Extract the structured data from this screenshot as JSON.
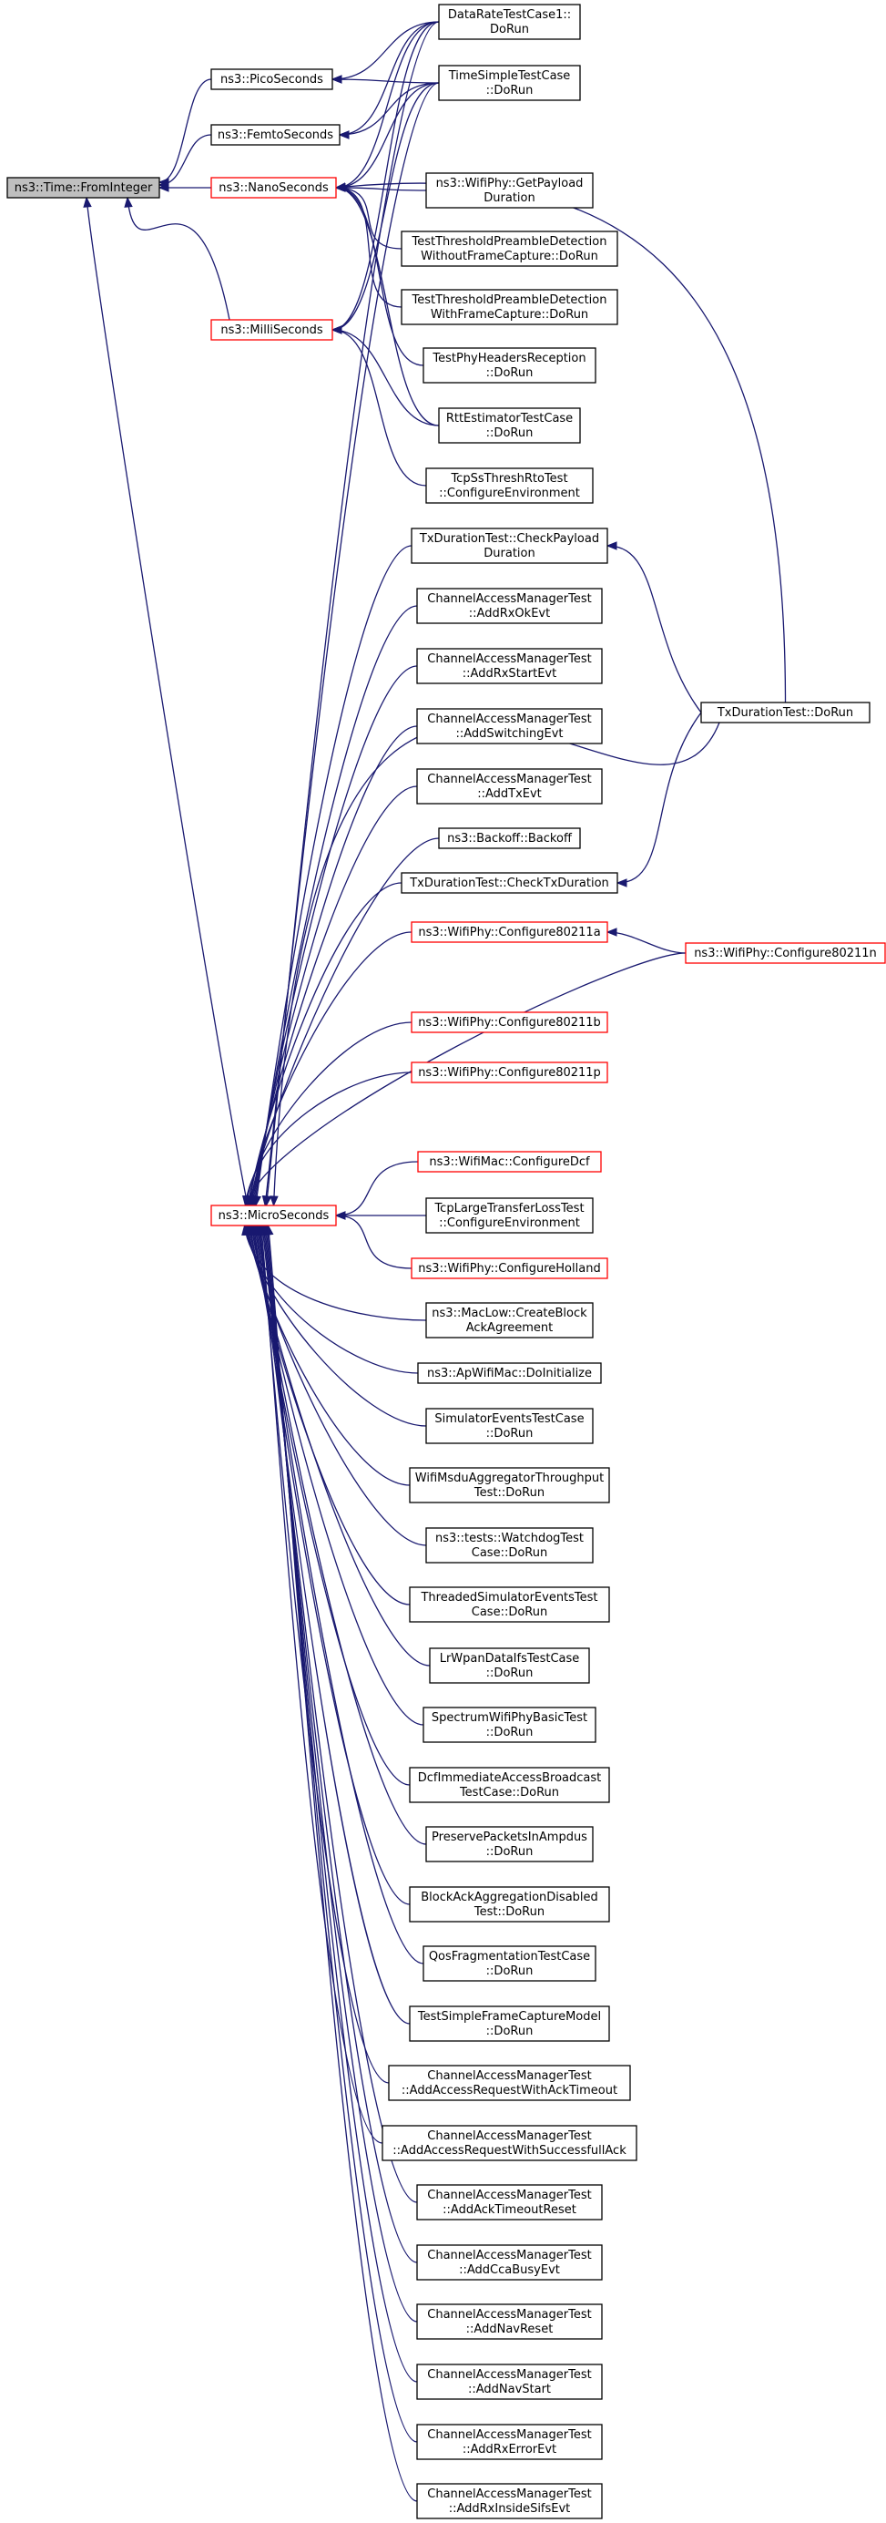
{
  "diagram": {
    "type": "call-graph",
    "colors": {
      "edge": "#191970",
      "node_border": "#000000",
      "highlight_border": "#ff0000",
      "root_fill": "#bfbfbf",
      "background": "#ffffff"
    },
    "nodes": [
      {
        "id": "root",
        "lines": [
          "ns3::Time::FromInteger"
        ],
        "style": "root"
      },
      {
        "id": "pico",
        "lines": [
          "ns3::PicoSeconds"
        ],
        "style": "normal"
      },
      {
        "id": "femto",
        "lines": [
          "ns3::FemtoSeconds"
        ],
        "style": "normal"
      },
      {
        "id": "nano",
        "lines": [
          "ns3::NanoSeconds"
        ],
        "style": "red"
      },
      {
        "id": "milli",
        "lines": [
          "ns3::MilliSeconds"
        ],
        "style": "red"
      },
      {
        "id": "micro",
        "lines": [
          "ns3::MicroSeconds"
        ],
        "style": "red"
      },
      {
        "id": "datarate",
        "lines": [
          "DataRateTestCase1::",
          "DoRun"
        ],
        "style": "normal"
      },
      {
        "id": "timesimple",
        "lines": [
          "TimeSimpleTestCase",
          "::DoRun"
        ],
        "style": "normal"
      },
      {
        "id": "getpayload",
        "lines": [
          "ns3::WifiPhy::GetPayload",
          "Duration"
        ],
        "style": "normal"
      },
      {
        "id": "ttpd_without",
        "lines": [
          "TestThresholdPreambleDetection",
          "WithoutFrameCapture::DoRun"
        ],
        "style": "normal"
      },
      {
        "id": "ttpd_with",
        "lines": [
          "TestThresholdPreambleDetection",
          "WithFrameCapture::DoRun"
        ],
        "style": "normal"
      },
      {
        "id": "phyheaders",
        "lines": [
          "TestPhyHeadersReception",
          "::DoRun"
        ],
        "style": "normal"
      },
      {
        "id": "rtt",
        "lines": [
          "RttEstimatorTestCase",
          "::DoRun"
        ],
        "style": "normal"
      },
      {
        "id": "tcpss",
        "lines": [
          "TcpSsThreshRtoTest",
          "::ConfigureEnvironment"
        ],
        "style": "normal"
      },
      {
        "id": "txdcheckpayload",
        "lines": [
          "TxDurationTest::CheckPayload",
          "Duration"
        ],
        "style": "normal"
      },
      {
        "id": "cam_rxok",
        "lines": [
          "ChannelAccessManagerTest",
          "::AddRxOkEvt"
        ],
        "style": "normal"
      },
      {
        "id": "cam_rxstart",
        "lines": [
          "ChannelAccessManagerTest",
          "::AddRxStartEvt"
        ],
        "style": "normal"
      },
      {
        "id": "cam_switching",
        "lines": [
          "ChannelAccessManagerTest",
          "::AddSwitchingEvt"
        ],
        "style": "normal"
      },
      {
        "id": "cam_tx",
        "lines": [
          "ChannelAccessManagerTest",
          "::AddTxEvt"
        ],
        "style": "normal"
      },
      {
        "id": "backoff",
        "lines": [
          "ns3::Backoff::Backoff"
        ],
        "style": "normal"
      },
      {
        "id": "txdchecktx",
        "lines": [
          "TxDurationTest::CheckTxDuration"
        ],
        "style": "normal"
      },
      {
        "id": "txdrun",
        "lines": [
          "TxDurationTest::DoRun"
        ],
        "style": "normal"
      },
      {
        "id": "cfg11a",
        "lines": [
          "ns3::WifiPhy::Configure80211a"
        ],
        "style": "red"
      },
      {
        "id": "cfg11n",
        "lines": [
          "ns3::WifiPhy::Configure80211n"
        ],
        "style": "red"
      },
      {
        "id": "cfg11b",
        "lines": [
          "ns3::WifiPhy::Configure80211b"
        ],
        "style": "red"
      },
      {
        "id": "cfg11p",
        "lines": [
          "ns3::WifiPhy::Configure80211p"
        ],
        "style": "red"
      },
      {
        "id": "cfgdcf",
        "lines": [
          "ns3::WifiMac::ConfigureDcf"
        ],
        "style": "red"
      },
      {
        "id": "tcplarge",
        "lines": [
          "TcpLargeTransferLossTest",
          "::ConfigureEnvironment"
        ],
        "style": "normal"
      },
      {
        "id": "cfgholland",
        "lines": [
          "ns3::WifiPhy::ConfigureHolland"
        ],
        "style": "red"
      },
      {
        "id": "maclow",
        "lines": [
          "ns3::MacLow::CreateBlock",
          "AckAgreement"
        ],
        "style": "normal"
      },
      {
        "id": "apwifimac",
        "lines": [
          "ns3::ApWifiMac::DoInitialize"
        ],
        "style": "normal"
      },
      {
        "id": "simevents",
        "lines": [
          "SimulatorEventsTestCase",
          "::DoRun"
        ],
        "style": "normal"
      },
      {
        "id": "msduagg",
        "lines": [
          "WifiMsduAggregatorThroughput",
          "Test::DoRun"
        ],
        "style": "normal"
      },
      {
        "id": "watchdog",
        "lines": [
          "ns3::tests::WatchdogTest",
          "Case::DoRun"
        ],
        "style": "normal"
      },
      {
        "id": "threadedsim",
        "lines": [
          "ThreadedSimulatorEventsTest",
          "Case::DoRun"
        ],
        "style": "normal"
      },
      {
        "id": "lrwpan",
        "lines": [
          "LrWpanDataIfsTestCase",
          "::DoRun"
        ],
        "style": "normal"
      },
      {
        "id": "spectrum",
        "lines": [
          "SpectrumWifiPhyBasicTest",
          "::DoRun"
        ],
        "style": "normal"
      },
      {
        "id": "dcfimm",
        "lines": [
          "DcfImmediateAccessBroadcast",
          "TestCase::DoRun"
        ],
        "style": "normal"
      },
      {
        "id": "preserve",
        "lines": [
          "PreservePacketsInAmpdus",
          "::DoRun"
        ],
        "style": "normal"
      },
      {
        "id": "blockack",
        "lines": [
          "BlockAckAggregationDisabled",
          "Test::DoRun"
        ],
        "style": "normal"
      },
      {
        "id": "qosfrag",
        "lines": [
          "QosFragmentationTestCase",
          "::DoRun"
        ],
        "style": "normal"
      },
      {
        "id": "framecap",
        "lines": [
          "TestSimpleFrameCaptureModel",
          "::DoRun"
        ],
        "style": "normal"
      },
      {
        "id": "cam_acktimeout",
        "lines": [
          "ChannelAccessManagerTest",
          "::AddAccessRequestWithAckTimeout"
        ],
        "style": "normal"
      },
      {
        "id": "cam_success",
        "lines": [
          "ChannelAccessManagerTest",
          "::AddAccessRequestWithSuccessfullAck"
        ],
        "style": "normal"
      },
      {
        "id": "cam_ackreset",
        "lines": [
          "ChannelAccessManagerTest",
          "::AddAckTimeoutReset"
        ],
        "style": "normal"
      },
      {
        "id": "cam_ccabusy",
        "lines": [
          "ChannelAccessManagerTest",
          "::AddCcaBusyEvt"
        ],
        "style": "normal"
      },
      {
        "id": "cam_navreset",
        "lines": [
          "ChannelAccessManagerTest",
          "::AddNavReset"
        ],
        "style": "normal"
      },
      {
        "id": "cam_navstart",
        "lines": [
          "ChannelAccessManagerTest",
          "::AddNavStart"
        ],
        "style": "normal"
      },
      {
        "id": "cam_rxerror",
        "lines": [
          "ChannelAccessManagerTest",
          "::AddRxErrorEvt"
        ],
        "style": "normal"
      },
      {
        "id": "cam_rxsifs",
        "lines": [
          "ChannelAccessManagerTest",
          "::AddRxInsideSifsEvt"
        ],
        "style": "normal"
      }
    ],
    "edges": [
      {
        "from": "pico",
        "to": "root"
      },
      {
        "from": "femto",
        "to": "root"
      },
      {
        "from": "nano",
        "to": "root"
      },
      {
        "from": "milli",
        "to": "root"
      },
      {
        "from": "micro",
        "to": "root"
      },
      {
        "from": "datarate",
        "to": "pico"
      },
      {
        "from": "timesimple",
        "to": "pico"
      },
      {
        "from": "datarate",
        "to": "femto"
      },
      {
        "from": "timesimple",
        "to": "femto"
      },
      {
        "from": "datarate",
        "to": "nano"
      },
      {
        "from": "timesimple",
        "to": "nano"
      },
      {
        "from": "getpayload",
        "to": "nano"
      },
      {
        "from": "ttpd_without",
        "to": "nano"
      },
      {
        "from": "ttpd_with",
        "to": "nano"
      },
      {
        "from": "phyheaders",
        "to": "nano"
      },
      {
        "from": "rtt",
        "to": "nano"
      },
      {
        "from": "txdrun",
        "to": "nano"
      },
      {
        "from": "datarate",
        "to": "milli"
      },
      {
        "from": "timesimple",
        "to": "milli"
      },
      {
        "from": "rtt",
        "to": "milli"
      },
      {
        "from": "tcpss",
        "to": "milli"
      },
      {
        "from": "datarate",
        "to": "micro"
      },
      {
        "from": "timesimple",
        "to": "micro"
      },
      {
        "from": "txdcheckpayload",
        "to": "micro"
      },
      {
        "from": "cam_rxok",
        "to": "micro"
      },
      {
        "from": "cam_rxstart",
        "to": "micro"
      },
      {
        "from": "cam_switching",
        "to": "micro"
      },
      {
        "from": "cam_tx",
        "to": "micro"
      },
      {
        "from": "backoff",
        "to": "micro"
      },
      {
        "from": "txdchecktx",
        "to": "micro"
      },
      {
        "from": "txdrun",
        "to": "micro"
      },
      {
        "from": "cfg11a",
        "to": "micro"
      },
      {
        "from": "cfg11n",
        "to": "micro"
      },
      {
        "from": "cfg11b",
        "to": "micro"
      },
      {
        "from": "cfg11p",
        "to": "micro"
      },
      {
        "from": "cfgdcf",
        "to": "micro"
      },
      {
        "from": "tcplarge",
        "to": "micro"
      },
      {
        "from": "cfgholland",
        "to": "micro"
      },
      {
        "from": "maclow",
        "to": "micro"
      },
      {
        "from": "apwifimac",
        "to": "micro"
      },
      {
        "from": "simevents",
        "to": "micro"
      },
      {
        "from": "msduagg",
        "to": "micro"
      },
      {
        "from": "watchdog",
        "to": "micro"
      },
      {
        "from": "threadedsim",
        "to": "micro"
      },
      {
        "from": "lrwpan",
        "to": "micro"
      },
      {
        "from": "spectrum",
        "to": "micro"
      },
      {
        "from": "dcfimm",
        "to": "micro"
      },
      {
        "from": "preserve",
        "to": "micro"
      },
      {
        "from": "blockack",
        "to": "micro"
      },
      {
        "from": "qosfrag",
        "to": "micro"
      },
      {
        "from": "framecap",
        "to": "micro"
      },
      {
        "from": "cam_acktimeout",
        "to": "micro"
      },
      {
        "from": "cam_success",
        "to": "micro"
      },
      {
        "from": "cam_ackreset",
        "to": "micro"
      },
      {
        "from": "cam_ccabusy",
        "to": "micro"
      },
      {
        "from": "cam_navreset",
        "to": "micro"
      },
      {
        "from": "cam_navstart",
        "to": "micro"
      },
      {
        "from": "cam_rxerror",
        "to": "micro"
      },
      {
        "from": "cam_rxsifs",
        "to": "micro"
      },
      {
        "from": "txdrun",
        "to": "txdcheckpayload"
      },
      {
        "from": "txdrun",
        "to": "txdchecktx"
      },
      {
        "from": "cfg11n",
        "to": "cfg11a"
      }
    ]
  }
}
